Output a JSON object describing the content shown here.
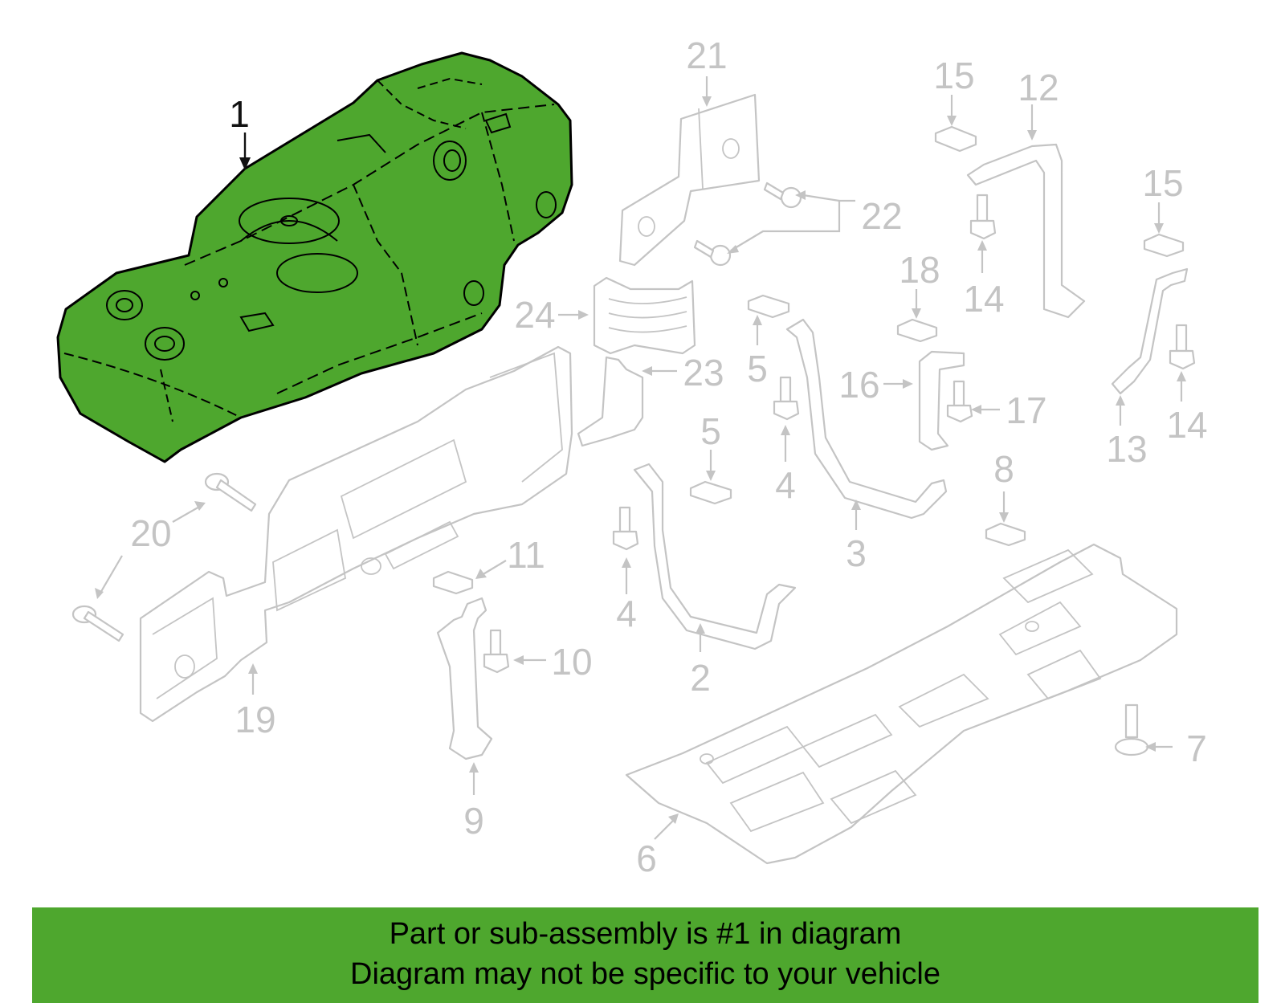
{
  "diagram": {
    "highlight_color": "#4ea72e",
    "callouts": [
      {
        "id": "1",
        "label": "1",
        "highlighted": true
      },
      {
        "id": "2",
        "label": "2"
      },
      {
        "id": "3",
        "label": "3"
      },
      {
        "id": "4a",
        "label": "4"
      },
      {
        "id": "4b",
        "label": "4"
      },
      {
        "id": "5a",
        "label": "5"
      },
      {
        "id": "5b",
        "label": "5"
      },
      {
        "id": "6",
        "label": "6"
      },
      {
        "id": "7",
        "label": "7"
      },
      {
        "id": "8",
        "label": "8"
      },
      {
        "id": "9",
        "label": "9"
      },
      {
        "id": "10",
        "label": "10"
      },
      {
        "id": "11",
        "label": "11"
      },
      {
        "id": "12",
        "label": "12"
      },
      {
        "id": "13",
        "label": "13"
      },
      {
        "id": "14a",
        "label": "14"
      },
      {
        "id": "14b",
        "label": "14"
      },
      {
        "id": "15a",
        "label": "15"
      },
      {
        "id": "15b",
        "label": "15"
      },
      {
        "id": "16",
        "label": "16"
      },
      {
        "id": "17",
        "label": "17"
      },
      {
        "id": "18",
        "label": "18"
      },
      {
        "id": "19",
        "label": "19"
      },
      {
        "id": "20",
        "label": "20"
      },
      {
        "id": "21",
        "label": "21"
      },
      {
        "id": "22",
        "label": "22"
      },
      {
        "id": "23",
        "label": "23"
      },
      {
        "id": "24",
        "label": "24"
      }
    ]
  },
  "banner": {
    "line1": "Part or sub-assembly is #1 in diagram",
    "line2": "Diagram may not be specific to your vehicle",
    "background": "#4ea72e"
  }
}
